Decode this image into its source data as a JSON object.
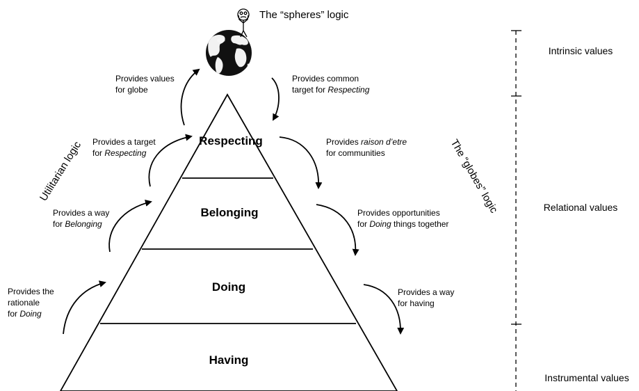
{
  "pyramid": {
    "levels": [
      "Respecting",
      "Belonging",
      "Doing",
      "Having"
    ]
  },
  "spheres_logic": "The “spheres” logic",
  "globes_logic": "The “globes” logic",
  "utilitarian_logic": "Utilitarian logic",
  "value_bands": [
    "Intrinsic values",
    "Relational values",
    "Instrumental values"
  ],
  "left_annotations": {
    "globe": {
      "l1": "Provides values",
      "l2": "for globe"
    },
    "target": {
      "l1": "Provides a target",
      "l2_pre": "for ",
      "l2_em": "Respecting"
    },
    "belonging": {
      "l1": "Provides a way",
      "l2_pre": "for ",
      "l2_em": "Belonging"
    },
    "doing": {
      "l1": "Provides the",
      "l2": "rationale",
      "l3_pre": "for ",
      "l3_em": "Doing"
    }
  },
  "right_annotations": {
    "common": {
      "l1": "Provides common",
      "l2_pre": "target for ",
      "l2_em": "Respecting"
    },
    "raison": {
      "l1_pre": "Provides ",
      "l1_em": "raison d’etre",
      "l2": "for communities"
    },
    "opportunities": {
      "l1": "Provides opportunities",
      "l2_pre": "for ",
      "l2_em": "Doing",
      "l2_post": " things together"
    },
    "having": {
      "l1": "Provides a way",
      "l2": "for having"
    }
  },
  "icons": [
    "globe-icon",
    "stick-figure-icon"
  ]
}
